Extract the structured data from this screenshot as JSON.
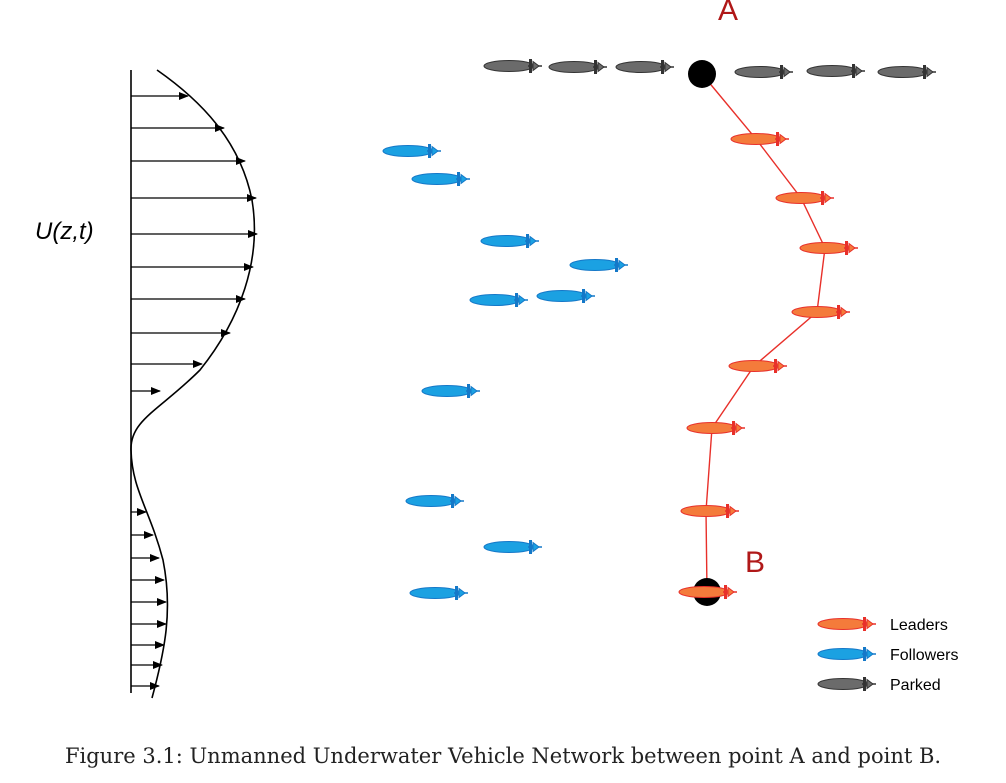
{
  "figure": {
    "current_label": "U(z,t)",
    "point_a": "A",
    "point_b": "B",
    "caption": "Figure 3.1: Unmanned Underwater Vehicle Network between point A and point B.",
    "legend": [
      {
        "label": "Leaders",
        "role": "leader"
      },
      {
        "label": "Followers",
        "role": "follower"
      },
      {
        "label": "Parked",
        "role": "parked"
      }
    ]
  },
  "colors": {
    "leader_fill": "#f47b3b",
    "leader_edge": "#e8302a",
    "follower_fill": "#1ba1e2",
    "follower_edge": "#1478c8",
    "parked_fill": "#6b6b6b",
    "parked_edge": "#333333",
    "path_line": "#e8302a",
    "point_label": "#b01818",
    "node": "#000000"
  },
  "icons": {
    "vehicle": "torpedo-uuv-icon",
    "node": "filled-circle-node-icon",
    "arrow": "flow-arrow-icon"
  }
}
